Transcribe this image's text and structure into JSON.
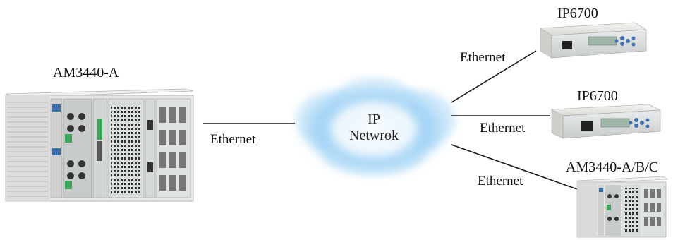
{
  "devices": {
    "main_chassis": {
      "label": "AM3440-A"
    },
    "ip6700_top": {
      "label": "IP6700"
    },
    "ip6700_mid": {
      "label": "IP6700"
    },
    "chassis_small": {
      "label": "AM3440-A/B/C"
    }
  },
  "network": {
    "line1": "IP",
    "line2": "Netwrok",
    "color": "#8ec9f2"
  },
  "links": {
    "left": "Ethernet",
    "top_right": "Ethernet",
    "mid_right": "Ethernet",
    "bottom_right": "Ethernet"
  },
  "colors": {
    "line": "#1a1a1a",
    "chassis": "#e4e4e2",
    "panel": "#d8dede",
    "lcd": "#9fb6a8",
    "keypad": "#3d6fae"
  }
}
